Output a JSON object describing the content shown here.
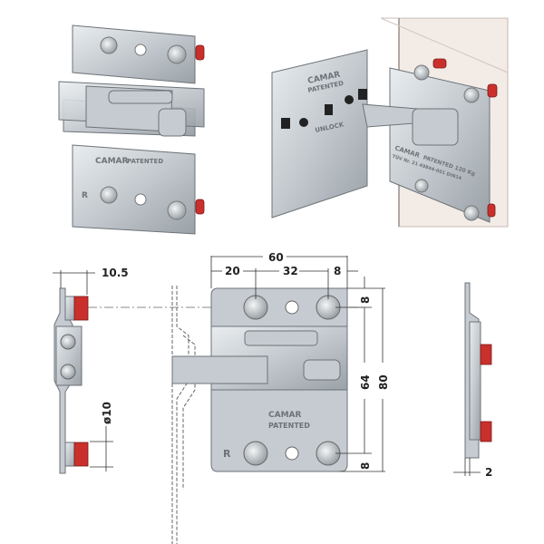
{
  "photo_top_left": {
    "brand": "CAMAR",
    "stamp": "PATENTED",
    "side_mark": "R"
  },
  "photo_top_right": {
    "wall_plate_brand": "CAMAR",
    "wall_plate_stamp": "PATENTED",
    "unlock_label": "UNLOCK",
    "bracket_brand": "CAMAR",
    "bracket_stamp": "PATENTED 120 Kg",
    "bracket_cert": "TÜV Nr. 21 49844-001 DIN14"
  },
  "drawing": {
    "side_view": {
      "depth": "10.5",
      "diameter": "ø10"
    },
    "front_view": {
      "overall_width": "60",
      "width_left": "20",
      "width_middle": "32",
      "width_right": "8",
      "height_top": "8",
      "height_inner": "64",
      "overall_height": "80",
      "height_bottom": "8",
      "brand": "CAMAR",
      "stamp": "PATENTED",
      "side_mark": "R"
    },
    "right_view": {
      "thickness": "2"
    }
  },
  "colors": {
    "metal": "#c8ced3",
    "cap": "#c9302c",
    "line": "#333333"
  }
}
